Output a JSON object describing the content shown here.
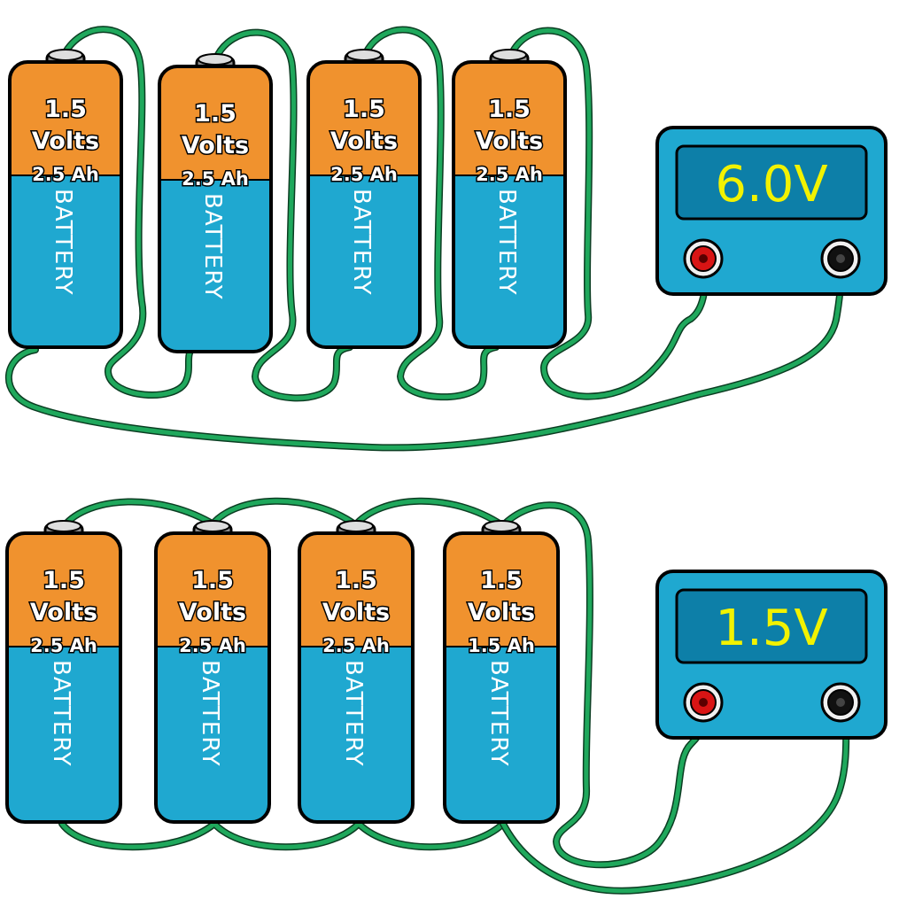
{
  "colors": {
    "wire": "#1fa85c",
    "cell_top": "#f0922e",
    "cell_body": "#1fa8d0",
    "meter_body": "#1fa8d0",
    "meter_screen": "#0d7fa8",
    "display_text": "#f2f200",
    "terminal_positive": "#d81414",
    "terminal_negative": "#111111"
  },
  "series_circuit": {
    "cells": [
      {
        "voltage": "1.5",
        "unit": "Volts",
        "capacity": "2.5 Ah",
        "brand": "BATTERY"
      },
      {
        "voltage": "1.5",
        "unit": "Volts",
        "capacity": "2.5 Ah",
        "brand": "BATTERY"
      },
      {
        "voltage": "1.5",
        "unit": "Volts",
        "capacity": "2.5 Ah",
        "brand": "BATTERY"
      },
      {
        "voltage": "1.5",
        "unit": "Volts",
        "capacity": "2.5 Ah",
        "brand": "BATTERY"
      }
    ],
    "meter": {
      "reading": "6.0V"
    }
  },
  "parallel_circuit": {
    "cells": [
      {
        "voltage": "1.5",
        "unit": "Volts",
        "capacity": "2.5 Ah",
        "brand": "BATTERY"
      },
      {
        "voltage": "1.5",
        "unit": "Volts",
        "capacity": "2.5 Ah",
        "brand": "BATTERY"
      },
      {
        "voltage": "1.5",
        "unit": "Volts",
        "capacity": "2.5 Ah",
        "brand": "BATTERY"
      },
      {
        "voltage": "1.5",
        "unit": "Volts",
        "capacity": "1.5 Ah",
        "brand": "BATTERY"
      }
    ],
    "meter": {
      "reading": "1.5V"
    }
  }
}
